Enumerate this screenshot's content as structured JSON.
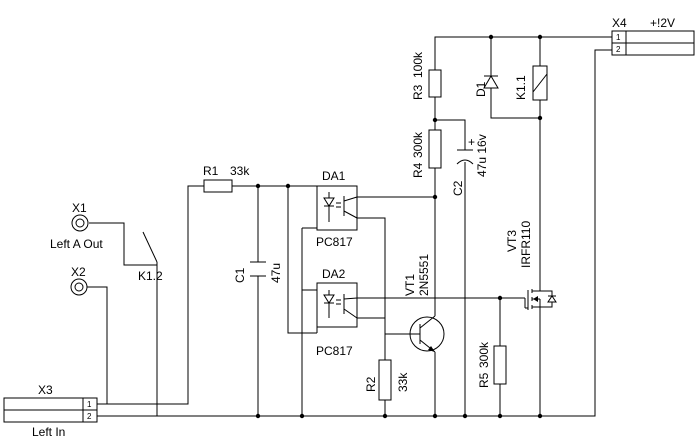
{
  "components": {
    "X1": {
      "ref": "X1",
      "name": "Left A Out"
    },
    "X2": {
      "ref": "X2"
    },
    "X3": {
      "ref": "X3",
      "name": "Left In",
      "pins": [
        "1",
        "2"
      ]
    },
    "X4": {
      "ref": "X4",
      "name": "+!2V",
      "pins": [
        "1",
        "2"
      ]
    },
    "R1": {
      "ref": "R1",
      "value": "33k"
    },
    "R2": {
      "ref": "R2",
      "value": "33k"
    },
    "R3": {
      "ref": "R3",
      "value": "100k"
    },
    "R4": {
      "ref": "R4",
      "value": "300k"
    },
    "R5": {
      "ref": "R5",
      "value": "300k"
    },
    "C1": {
      "ref": "C1",
      "value": "47u"
    },
    "C2": {
      "ref": "C2",
      "value": "47u 16v",
      "polarity": "+"
    },
    "DA1": {
      "ref": "DA1",
      "part": "PC817"
    },
    "DA2": {
      "ref": "DA2",
      "part": "PC817"
    },
    "VT1": {
      "ref": "VT1",
      "part": "2N5551"
    },
    "VT3": {
      "ref": "VT3",
      "part": "IRFR110"
    },
    "D1": {
      "ref": "D1"
    },
    "K1_1": {
      "ref": "K1.1"
    },
    "K1_2": {
      "ref": "K1.2"
    }
  }
}
